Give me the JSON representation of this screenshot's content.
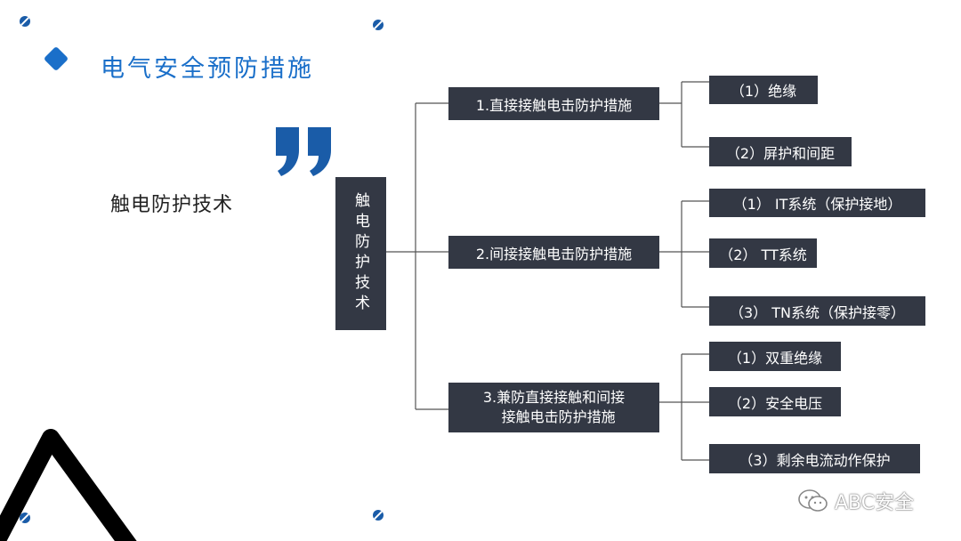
{
  "title": "电气安全预防措施",
  "subtitle": "触电防护技术",
  "root": "触电防护技术",
  "branches": [
    {
      "label": "1.直接接触电击防护措施",
      "children": [
        "（1）绝缘",
        "（2）屏护和间距"
      ]
    },
    {
      "label": "2.间接接触电击防护措施",
      "children": [
        "（1） IT系统（保护接地）",
        "（2） TT系统",
        "（3） TN系统（保护接零）"
      ]
    },
    {
      "label": "3.兼防直接接触和间接\n  接触电击防护措施",
      "children": [
        "（1）双重绝缘",
        "（2）安全电压",
        "（3）剩余电流动作保护"
      ]
    }
  ],
  "footer": {
    "text": "ABC安全",
    "icon": "wechat-icon"
  },
  "colors": {
    "accent": "#1a6fc9",
    "box": "#333844",
    "line": "#555555"
  }
}
